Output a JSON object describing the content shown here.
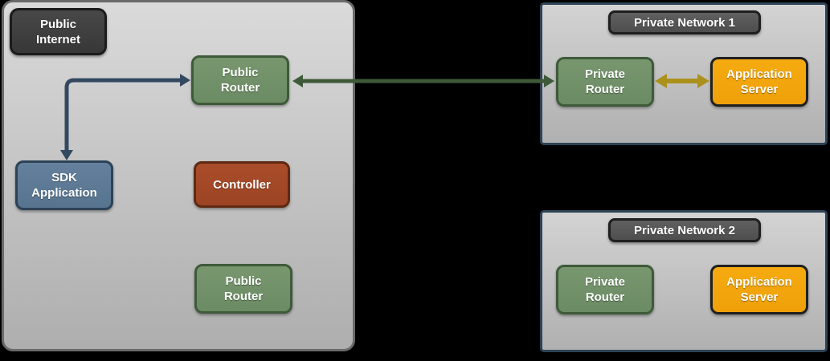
{
  "public_internet": {
    "badge": "Public\nInternet",
    "nodes": {
      "public_router_top": {
        "label": "Public\nRouter"
      },
      "sdk_application": {
        "label": "SDK\nApplication"
      },
      "controller": {
        "label": "Controller"
      },
      "public_router_bottom": {
        "label": "Public\nRouter"
      }
    }
  },
  "private_network_1": {
    "badge": "Private Network 1",
    "nodes": {
      "private_router": {
        "label": "Private\nRouter"
      },
      "application_server": {
        "label": "Application\nServer"
      }
    }
  },
  "private_network_2": {
    "badge": "Private Network 2",
    "nodes": {
      "private_router": {
        "label": "Private\nRouter"
      },
      "application_server": {
        "label": "Application\nServer"
      }
    }
  },
  "edges": [
    {
      "from": "public-router-top",
      "to": "sdk-application",
      "shape": "elbow",
      "bidirectional": true,
      "color": "#32495f"
    },
    {
      "from": "public-router-top",
      "to": "private-network-1/private-router",
      "shape": "straight",
      "bidirectional": true,
      "color": "#3e5a39"
    },
    {
      "from": "private-network-1/private-router",
      "to": "private-network-1/application-server",
      "shape": "straight",
      "bidirectional": true,
      "color": "#ab911c"
    }
  ],
  "colors": {
    "page_background": "#000000",
    "public_cloud_border": "#6a6a6a",
    "private_net_border": "#2d4356",
    "dark_badge": "#404040",
    "router_green": "#6f8f68",
    "sdk_slate": "#5d7b96",
    "controller_rust": "#a14827",
    "server_orange": "#f2a50d",
    "arrow_navy": "#32495f",
    "arrow_green": "#3e5a39",
    "arrow_yellow": "#ab911c"
  }
}
